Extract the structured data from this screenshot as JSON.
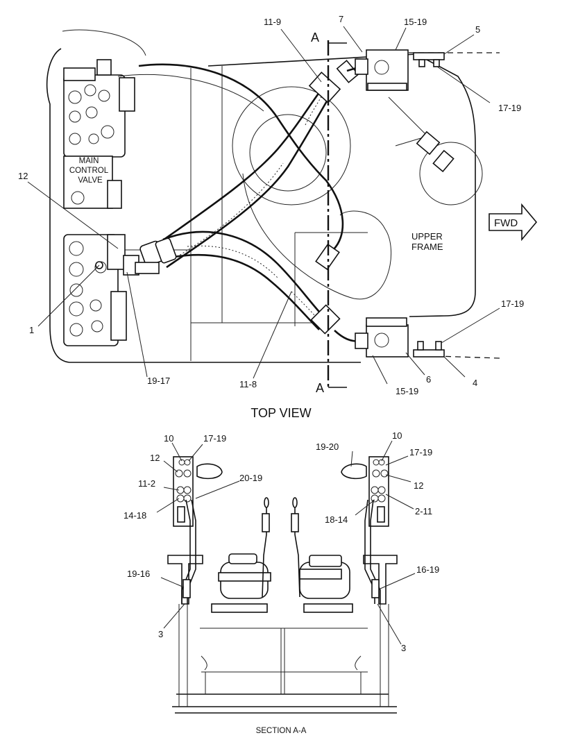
{
  "top_view": {
    "caption": "TOP VIEW",
    "main_control_valve": [
      "MAIN",
      "CONTROL",
      "VALVE"
    ],
    "upper_frame": [
      "UPPER",
      "FRAME"
    ],
    "fwd_arrow": "FWD",
    "section_marker": "A",
    "callouts": {
      "c_11_9": "11-9",
      "c_7": "7",
      "c_15_19_top": "15-19",
      "c_5": "5",
      "c_17_19_top": "17-19",
      "c_12": "12",
      "c_1": "1",
      "c_17_19_bottom": "17-19",
      "c_19_17": "19-17",
      "c_11_8": "11-8",
      "c_15_19_bottom": "15-19",
      "c_6": "6",
      "c_4": "4"
    }
  },
  "section_view": {
    "caption": "SECTION A-A",
    "left_callouts": {
      "c_10": "10",
      "c_17_19": "17-19",
      "c_12": "12",
      "c_20_19": "20-19",
      "c_11_2": "11-2",
      "c_14_18": "14-18",
      "c_19_16": "19-16",
      "c_3": "3"
    },
    "right_callouts": {
      "c_10": "10",
      "c_19_20": "19-20",
      "c_17_19": "17-19",
      "c_12": "12",
      "c_2_11": "2-11",
      "c_18_14": "18-14",
      "c_16_19": "16-19",
      "c_3": "3"
    }
  }
}
